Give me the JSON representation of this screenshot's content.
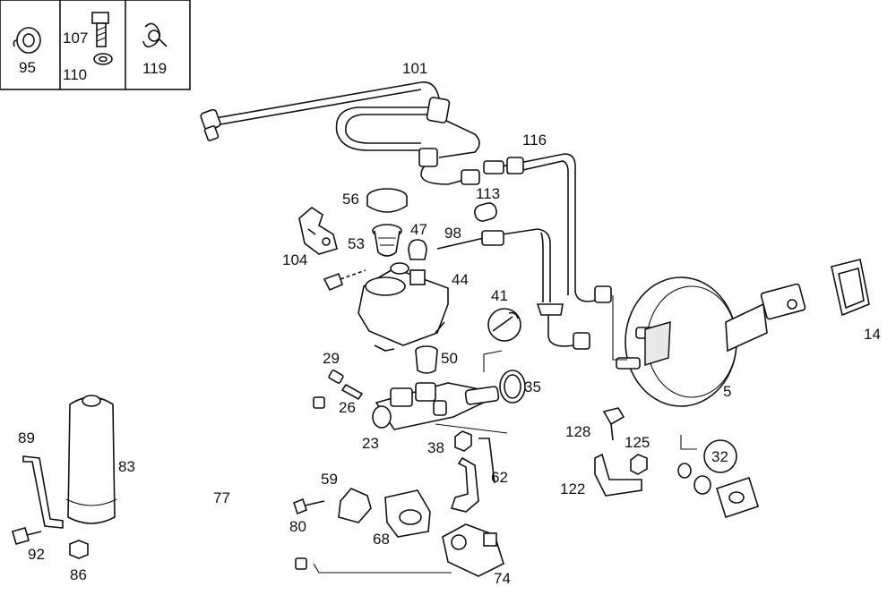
{
  "callouts": {
    "c95": "95",
    "c107": "107",
    "c110": "110",
    "c119": "119",
    "c101": "101",
    "c116": "116",
    "c113": "113",
    "c56": "56",
    "c47": "47",
    "c98": "98",
    "c53": "53",
    "c104": "104",
    "c44": "44",
    "c41": "41",
    "c14": "14",
    "c29": "29",
    "c50": "50",
    "c35": "35",
    "c26": "26",
    "c5": "5",
    "c23": "23",
    "c38": "38",
    "c128": "128",
    "c125": "125",
    "c32": "32",
    "c89": "89",
    "c83": "83",
    "c59": "59",
    "c62": "62",
    "c122": "122",
    "c77": "77",
    "c80": "80",
    "c68": "68",
    "c92": "92",
    "c86": "86",
    "c74": "74"
  },
  "colors": {
    "line": "#111111",
    "background": "#ffffff",
    "fill_grey": "#e8e8e8"
  }
}
